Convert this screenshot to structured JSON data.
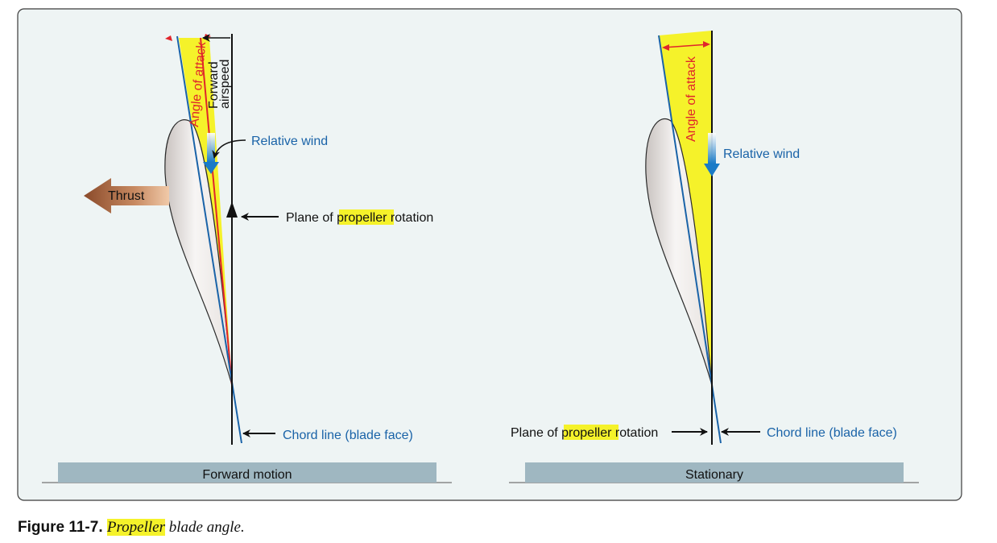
{
  "colors": {
    "panel_bg": "#eef4f4",
    "panel_border": "#3a3a3a",
    "yellow": "#f5f22a",
    "red": "#e0252b",
    "blue": "#1a63a8",
    "ground": "#9fb7c1",
    "thrust": "#a9623a"
  },
  "left": {
    "angle_of_attack": "Angle of attack",
    "forward_airspeed_line1": "Forward",
    "forward_airspeed_line2": "airspeed",
    "relative_wind": "Relative wind",
    "thrust": "Thrust",
    "plane_prefix": "Plane of ",
    "plane_highlight": "propeller",
    "plane_suffix": " rotation",
    "chord_line": "Chord line (blade face)",
    "ground_label": "Forward motion"
  },
  "right": {
    "angle_of_attack": "Angle of attack",
    "relative_wind": "Relative wind",
    "plane_prefix": "Plane of ",
    "plane_highlight": "propeller",
    "plane_suffix": " rotation",
    "chord_line": "Chord line (blade face)",
    "ground_label": "Stationary"
  },
  "caption": {
    "figure_label": "Figure 11-7.",
    "highlight_word": "Propeller",
    "rest": " blade angle."
  }
}
